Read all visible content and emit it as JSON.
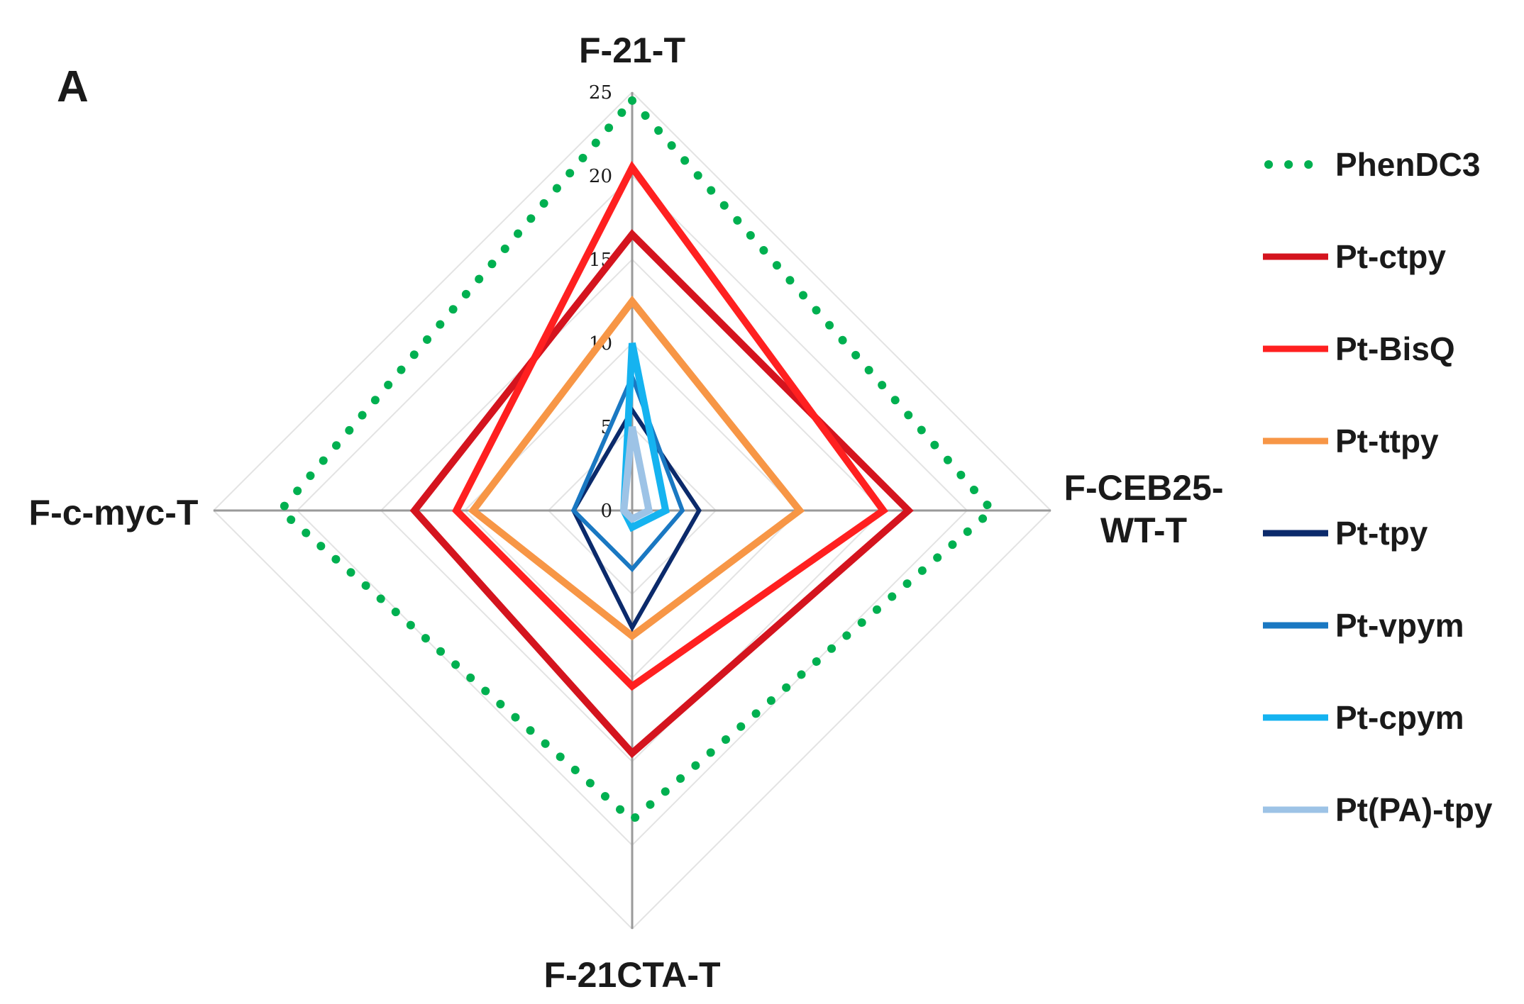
{
  "panel_label": "A",
  "chart_data": {
    "type": "radar",
    "axes": [
      "F-21-T",
      "F-CEB25-WT-T",
      "F-21CTA-T",
      "F-c-myc-T"
    ],
    "axis_label_lines": [
      [
        "F-21-T"
      ],
      [
        "F-CEB25-",
        "WT-T"
      ],
      [
        "F-21CTA-T"
      ],
      [
        "F-c-myc-T"
      ]
    ],
    "ticks": [
      0,
      5,
      10,
      15,
      20,
      25
    ],
    "range": [
      0,
      25
    ],
    "grid": true,
    "legend_position": "right",
    "series": [
      {
        "name": "PhenDC3",
        "values": [
          24.5,
          21.5,
          18.5,
          21
        ],
        "color": "#00b050",
        "style": "dotted"
      },
      {
        "name": "Pt-ctpy",
        "values": [
          16.5,
          16.5,
          14.5,
          13
        ],
        "color": "#d4141e",
        "style": "solid"
      },
      {
        "name": "Pt-BisQ",
        "values": [
          20.5,
          15,
          10.5,
          10.5
        ],
        "color": "#ff2020",
        "style": "solid"
      },
      {
        "name": "Pt-ttpy",
        "values": [
          12.5,
          10,
          7.5,
          9.5
        ],
        "color": "#f79646",
        "style": "solid"
      },
      {
        "name": "Pt-tpy",
        "values": [
          6,
          4,
          7,
          3.5
        ],
        "color": "#0b2a6b",
        "style": "solid"
      },
      {
        "name": "Pt-vpym",
        "values": [
          8,
          3,
          3.5,
          3.5
        ],
        "color": "#1a78c2",
        "style": "solid"
      },
      {
        "name": "Pt-cpym",
        "values": [
          10,
          2,
          1,
          0.5
        ],
        "color": "#15b3f0",
        "style": "solid"
      },
      {
        "name": "Pt(PA)-tpy",
        "values": [
          5,
          1,
          0.5,
          0.5
        ],
        "color": "#9dc3e6",
        "style": "solid"
      }
    ]
  }
}
